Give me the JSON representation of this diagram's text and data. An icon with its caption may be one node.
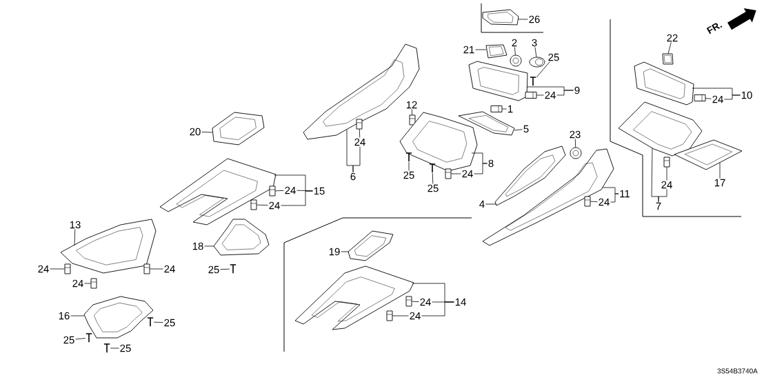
{
  "diagram": {
    "nodes": [
      {
        "text": [
          "26"
        ]
      },
      {
        "text": [],
        "shape": "picture"
      },
      {
        "text": [
          "21"
        ]
      },
      {
        "text": [],
        "shape": "picture"
      },
      {
        "text": [
          "2"
        ]
      },
      {
        "text": [],
        "shape": "picture"
      },
      {
        "text": [
          "3"
        ]
      },
      {
        "text": [],
        "shape": "picture"
      },
      {
        "text": [
          "25"
        ]
      },
      {
        "text": [],
        "shape": "picture"
      },
      {
        "text": [],
        "shape": "picture"
      },
      {
        "text": [
          "24"
        ]
      },
      {
        "text": [],
        "shape": "picture"
      },
      {
        "text": [
          "9"
        ]
      },
      {
        "text": [
          "1"
        ]
      },
      {
        "text": [],
        "shape": "picture"
      },
      {
        "text": [
          "12"
        ]
      },
      {
        "text": [],
        "shape": "picture"
      },
      {
        "text": [
          "5"
        ]
      },
      {
        "text": [],
        "shape": "picture"
      },
      {
        "text": [],
        "shape": "picture"
      },
      {
        "text": [
          "8"
        ]
      },
      {
        "text": [
          "24"
        ]
      },
      {
        "text": [],
        "shape": "picture"
      },
      {
        "text": [
          "25"
        ]
      },
      {
        "text": [],
        "shape": "picture"
      },
      {
        "text": [
          "25"
        ]
      },
      {
        "text": [],
        "shape": "picture"
      },
      {
        "text": [],
        "shape": "picture"
      },
      {
        "text": [
          "24"
        ]
      },
      {
        "text": [],
        "shape": "picture"
      },
      {
        "text": [
          "6"
        ]
      },
      {
        "text": [
          "20"
        ]
      },
      {
        "text": [],
        "shape": "picture"
      },
      {
        "text": [],
        "shape": "picture"
      },
      {
        "text": [
          "24"
        ]
      },
      {
        "text": [],
        "shape": "picture"
      },
      {
        "text": [
          "24"
        ]
      },
      {
        "text": [],
        "shape": "picture"
      },
      {
        "text": [
          "15"
        ]
      },
      {
        "text": [
          "13"
        ]
      },
      {
        "text": [],
        "shape": "picture"
      },
      {
        "text": [
          "24"
        ]
      },
      {
        "text": [],
        "shape": "picture"
      },
      {
        "text": [
          "24"
        ]
      },
      {
        "text": [],
        "shape": "picture"
      },
      {
        "text": [
          "24"
        ]
      },
      {
        "text": [],
        "shape": "picture"
      },
      {
        "text": [
          "16"
        ]
      },
      {
        "text": [],
        "shape": "picture"
      },
      {
        "text": [
          "25"
        ]
      },
      {
        "text": [],
        "shape": "picture"
      },
      {
        "text": [
          "25"
        ]
      },
      {
        "text": [],
        "shape": "picture"
      },
      {
        "text": [
          "25"
        ]
      },
      {
        "text": [],
        "shape": "picture"
      },
      {
        "text": [
          "18"
        ]
      },
      {
        "text": [],
        "shape": "picture"
      },
      {
        "text": [
          "25"
        ]
      },
      {
        "text": [],
        "shape": "picture"
      },
      {
        "text": [
          "19"
        ]
      },
      {
        "text": [],
        "shape": "picture"
      },
      {
        "text": [],
        "shape": "picture"
      },
      {
        "text": [
          "24"
        ]
      },
      {
        "text": [],
        "shape": "picture"
      },
      {
        "text": [
          "24"
        ]
      },
      {
        "text": [],
        "shape": "picture"
      },
      {
        "text": [
          "14"
        ]
      },
      {
        "text": [
          "23"
        ]
      },
      {
        "text": [],
        "shape": "picture"
      },
      {
        "text": [
          "4"
        ]
      },
      {
        "text": [],
        "shape": "picture"
      },
      {
        "text": [],
        "shape": "picture"
      },
      {
        "text": [
          "24"
        ]
      },
      {
        "text": [],
        "shape": "picture"
      },
      {
        "text": [
          "11"
        ]
      },
      {
        "text": [
          "22"
        ]
      },
      {
        "text": [],
        "shape": "picture"
      },
      {
        "text": [],
        "shape": "picture"
      },
      {
        "text": [
          "24"
        ]
      },
      {
        "text": [],
        "shape": "picture"
      },
      {
        "text": [
          "10"
        ]
      },
      {
        "text": [],
        "shape": "picture"
      },
      {
        "text": [
          "24"
        ]
      },
      {
        "text": [],
        "shape": "picture"
      },
      {
        "text": [
          "7"
        ]
      },
      {
        "text": [],
        "shape": "picture"
      },
      {
        "text": [
          "17"
        ]
      }
    ],
    "edges": [
      {
        "from": 0,
        "to": 1,
        "arrow": "none"
      },
      {
        "from": 2,
        "to": 3,
        "arrow": "none"
      },
      {
        "from": 4,
        "to": 5,
        "arrow": "none"
      },
      {
        "from": 6,
        "to": 7,
        "arrow": "none"
      },
      {
        "from": 8,
        "to": 9,
        "arrow": "none"
      },
      {
        "from": 13,
        "to": 10,
        "arrow": "none"
      },
      {
        "from": 13,
        "to": 11,
        "arrow": "none"
      },
      {
        "from": 11,
        "to": 12,
        "arrow": "none"
      },
      {
        "from": 14,
        "to": 15,
        "arrow": "none"
      },
      {
        "from": 16,
        "to": 17,
        "arrow": "none"
      },
      {
        "from": 18,
        "to": 19,
        "arrow": "none"
      },
      {
        "from": 21,
        "to": 20,
        "arrow": "none"
      },
      {
        "from": 21,
        "to": 22,
        "arrow": "none"
      },
      {
        "from": 22,
        "to": 23,
        "arrow": "none"
      },
      {
        "from": 24,
        "to": 25,
        "arrow": "none"
      },
      {
        "from": 26,
        "to": 27,
        "arrow": "none"
      },
      {
        "from": 31,
        "to": 28,
        "arrow": "none"
      },
      {
        "from": 31,
        "to": 29,
        "arrow": "none"
      },
      {
        "from": 29,
        "to": 30,
        "arrow": "none"
      },
      {
        "from": 32,
        "to": 33,
        "arrow": "none"
      },
      {
        "from": 39,
        "to": 34,
        "arrow": "none"
      },
      {
        "from": 39,
        "to": 35,
        "arrow": "none"
      },
      {
        "from": 35,
        "to": 36,
        "arrow": "none"
      },
      {
        "from": 39,
        "to": 37,
        "arrow": "none"
      },
      {
        "from": 37,
        "to": 38,
        "arrow": "none"
      },
      {
        "from": 40,
        "to": 41,
        "arrow": "none"
      },
      {
        "from": 42,
        "to": 43,
        "arrow": "none"
      },
      {
        "from": 44,
        "to": 45,
        "arrow": "none"
      },
      {
        "from": 46,
        "to": 47,
        "arrow": "none"
      },
      {
        "from": 48,
        "to": 49,
        "arrow": "none"
      },
      {
        "from": 50,
        "to": 51,
        "arrow": "none"
      },
      {
        "from": 52,
        "to": 53,
        "arrow": "none"
      },
      {
        "from": 54,
        "to": 55,
        "arrow": "none"
      },
      {
        "from": 56,
        "to": 57,
        "arrow": "none"
      },
      {
        "from": 58,
        "to": 59,
        "arrow": "none"
      },
      {
        "from": 60,
        "to": 61,
        "arrow": "none"
      },
      {
        "from": 67,
        "to": 62,
        "arrow": "none"
      },
      {
        "from": 67,
        "to": 63,
        "arrow": "none"
      },
      {
        "from": 63,
        "to": 64,
        "arrow": "none"
      },
      {
        "from": 67,
        "to": 65,
        "arrow": "none"
      },
      {
        "from": 65,
        "to": 66,
        "arrow": "none"
      },
      {
        "from": 68,
        "to": 69,
        "arrow": "none"
      },
      {
        "from": 70,
        "to": 71,
        "arrow": "none"
      },
      {
        "from": 75,
        "to": 72,
        "arrow": "none"
      },
      {
        "from": 75,
        "to": 73,
        "arrow": "none"
      },
      {
        "from": 73,
        "to": 74,
        "arrow": "none"
      },
      {
        "from": 76,
        "to": 77,
        "arrow": "none"
      },
      {
        "from": 81,
        "to": 78,
        "arrow": "none"
      },
      {
        "from": 81,
        "to": 79,
        "arrow": "none"
      },
      {
        "from": 79,
        "to": 80,
        "arrow": "none"
      },
      {
        "from": 85,
        "to": 82,
        "arrow": "none"
      },
      {
        "from": 85,
        "to": 83,
        "arrow": "none"
      },
      {
        "from": 83,
        "to": 84,
        "arrow": "none"
      },
      {
        "from": 87,
        "to": 86,
        "arrow": "none"
      }
    ],
    "labels": [
      "FR.",
      "3S54B3740A"
    ]
  }
}
